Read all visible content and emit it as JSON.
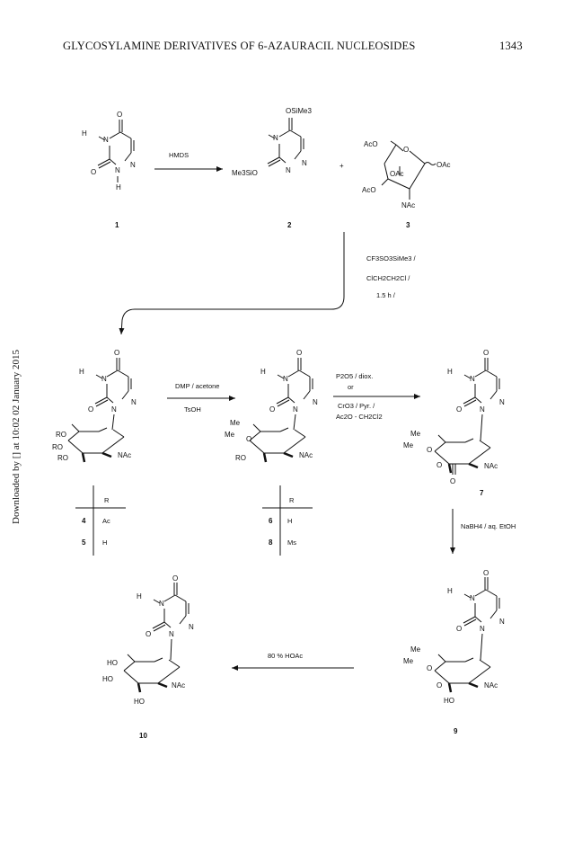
{
  "header": {
    "title": "GLYCOSYLAMINE DERIVATIVES OF 6-AZAURACIL NUCLEOSIDES",
    "page_number": "1343"
  },
  "side_note": "Downloaded by [] at 10:02 02 January 2015",
  "reagents": {
    "r1": "HMDS",
    "r2_line1": "CF3SO3SiMe3  /",
    "r2_line2": "ClCH2CH2Cl  /",
    "r2_line3": "1.5 h /",
    "r3_line1": "DMP / acetone",
    "r3_line2": "TsOH",
    "r4_line1": "P2O5 / diox.",
    "r4_line2": "or",
    "r4_line3": "CrO3 / Pyr. /",
    "r4_line4": "Ac2O - CH2Cl2",
    "r5": "NaBH4 / aq. EtOH",
    "r6": "80 % HOAc"
  },
  "compounds": {
    "c1": "1",
    "c2": "2",
    "c3": "3",
    "c7": "7",
    "c9": "9",
    "c10": "10"
  },
  "atoms": {
    "O": "O",
    "H": "H",
    "N": "N",
    "NAc": "NAc",
    "OAc": "OAc",
    "AcO": "AcO",
    "RO": "RO",
    "HO": "HO",
    "Me": "Me",
    "OSiMe3": "OSiMe3",
    "Me3SiO": "Me3SiO",
    "plus": "+"
  },
  "table_a": {
    "header": "R",
    "rows": [
      {
        "num": "4",
        "r": "Ac"
      },
      {
        "num": "5",
        "r": "H"
      }
    ]
  },
  "table_b": {
    "header": "R",
    "rows": [
      {
        "num": "6",
        "r": "H"
      },
      {
        "num": "8",
        "r": "Ms"
      }
    ]
  }
}
